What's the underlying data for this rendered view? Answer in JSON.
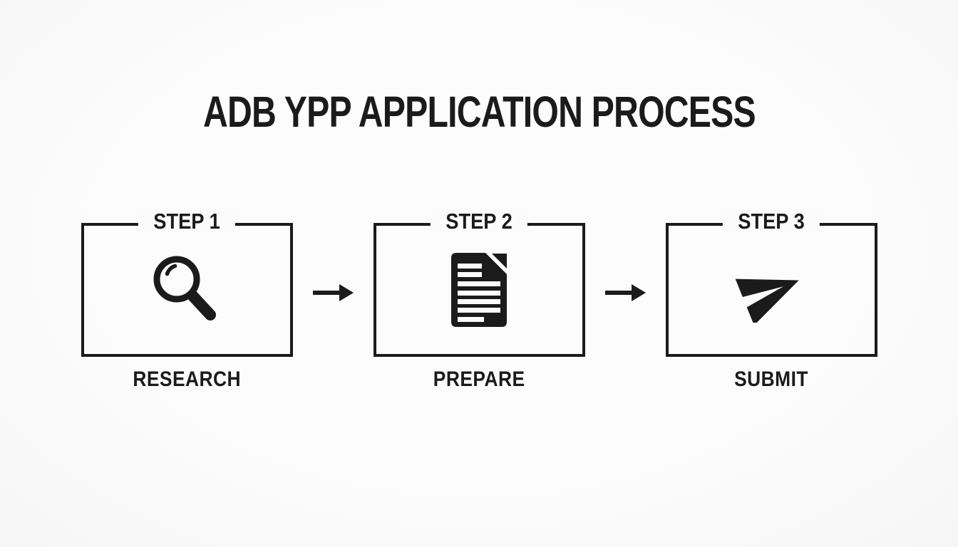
{
  "title": "ADB YPP APPLICATION PROCESS",
  "colors": {
    "background": "#fbfbfb",
    "ink": "#1b1b1b"
  },
  "steps": [
    {
      "step_label": "STEP 1",
      "name": "RESEARCH",
      "icon": "magnifier-icon"
    },
    {
      "step_label": "STEP 2",
      "name": "PREPARE",
      "icon": "document-icon"
    },
    {
      "step_label": "STEP 3",
      "name": "SUBMIT",
      "icon": "paper-plane-icon"
    }
  ],
  "connectors": [
    {
      "icon": "arrow-right-icon"
    },
    {
      "icon": "arrow-right-icon"
    }
  ]
}
